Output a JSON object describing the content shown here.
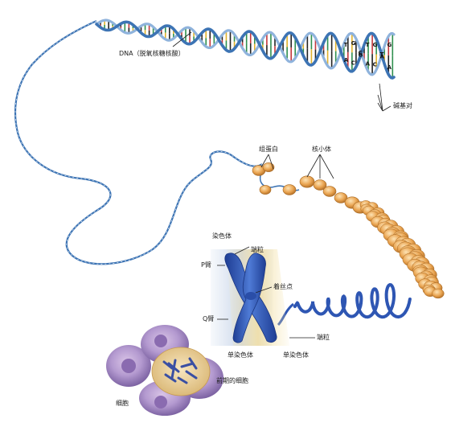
{
  "labels": {
    "dna": "DNA（脱氧核糖核酸）",
    "base_pairs": "碱基对",
    "histone": "组蛋白",
    "nucleosome": "核小体",
    "chromosome": "染色体",
    "telomere_top": "端粒",
    "p_arm": "P臂",
    "centromere": "着丝点",
    "q_arm": "Q臂",
    "telomere_bottom": "端粒",
    "chromatid_left": "单染色体",
    "chromatid_right": "单染色体",
    "prophase_cell": "前期的细胞",
    "cells": "细胞"
  },
  "base_letters": [
    "A",
    "T",
    "C",
    "G",
    "G",
    "C",
    "T",
    "A",
    "G",
    "C",
    "A",
    "T",
    "A",
    "G"
  ],
  "colors": {
    "backbone": "#3d74b4",
    "backbone_light": "#8fb3dc",
    "rung_red": "#c4373b",
    "rung_green": "#2f8f4e",
    "rung_black": "#222222",
    "rung_gold": "#e0b12c",
    "nucleosome_orange": "#e8a24c",
    "chromosome_blue": "#2e56b3",
    "cell_purple": "#a58ac2",
    "cell_yellow": "#e6c98a"
  }
}
